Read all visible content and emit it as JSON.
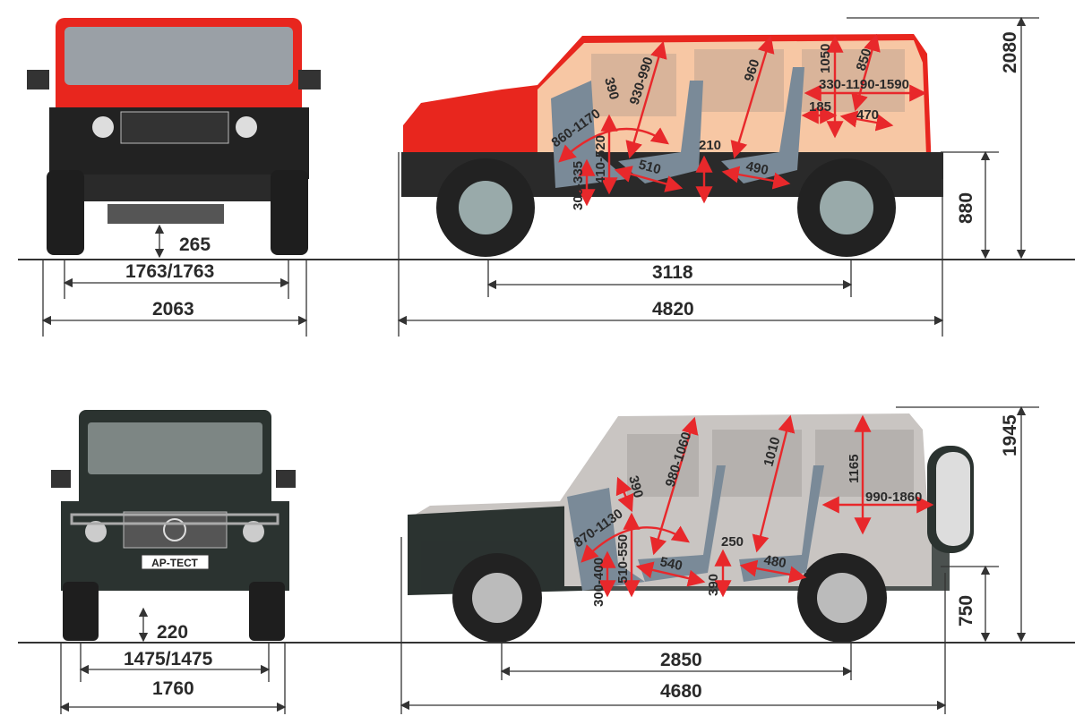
{
  "hummer": {
    "front": {
      "ground_clearance": "265",
      "track": "1763/1763",
      "width": "2063"
    },
    "side": {
      "wheelbase": "3118",
      "length": "4820",
      "height": "2080",
      "sill_height": "880"
    },
    "interior": [
      "390",
      "930-990",
      "960",
      "1050",
      "850",
      "330-1190-1590",
      "185",
      "470",
      "860-1170",
      "410-520",
      "300-335",
      "510",
      "210",
      "490"
    ]
  },
  "gclass": {
    "front": {
      "ground_clearance": "220",
      "track": "1475/1475",
      "width": "1760",
      "plate": "АР-ТЕСТ"
    },
    "side": {
      "wheelbase": "2850",
      "length": "4680",
      "height": "1945",
      "sill_height": "750"
    },
    "interior": [
      "390",
      "980-1060",
      "1010",
      "1165",
      "990-1860",
      "870-1130",
      "510-550",
      "300-400",
      "540",
      "250",
      "480",
      "390"
    ]
  },
  "colors": {
    "hummer_body": "#e8261e",
    "interior_overlay": "#f7c7a4",
    "gclass_body": "#2b3330",
    "arrow": "#e8282b",
    "seat": "#7a8a98"
  }
}
